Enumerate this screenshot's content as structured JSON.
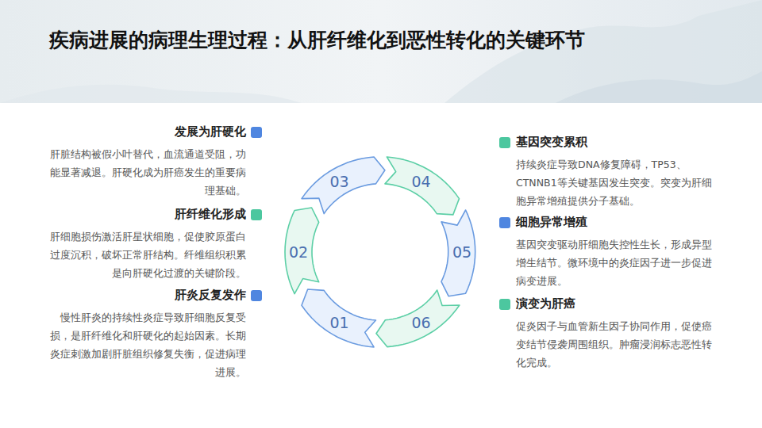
{
  "diagram": {
    "title": "疾病进展的病理生理过程：从肝纤维化到恶性转化的关键环节",
    "nodes": [
      {
        "text": [
          "01"
        ]
      },
      {
        "text": [
          "02"
        ]
      },
      {
        "text": [
          "03"
        ]
      },
      {
        "text": [
          "04"
        ]
      },
      {
        "text": [
          "05"
        ]
      },
      {
        "text": [
          "06"
        ]
      }
    ],
    "labels": [
      "发展为肝硬化",
      "肝脏结构被假小叶替代，血流通道受阻，功能显著减退。肝硬化成为肝癌发生的重要病理基础。",
      "肝纤维化形成",
      "肝细胞损伤激活肝星状细胞，促使胶原蛋白过度沉积，破坏正常肝结构。纤维组织积累是向肝硬化过渡的关键阶段。",
      "肝炎反复发作",
      "慢性肝炎的持续性炎症导致肝细胞反复受损，是肝纤维化和肝硬化的起始因素。长期炎症刺激加剧肝脏组织修复失衡，促进病理进展。",
      "基因突变累积",
      "持续炎症导致DNA修复障碍，TP53、CTNNB1等关键基因发生突变。突变为肝细胞异常增殖提供分子基础。",
      "细胞异常增殖",
      "基因突变驱动肝细胞失控性生长，形成异型增生结节。微环境中的炎症因子进一步促进病变进展。",
      "演变为肝癌",
      "促炎因子与血管新生因子协同作用，促使癌变结节侵袭周围组织。肿瘤浸润标志恶性转化完成。"
    ]
  }
}
